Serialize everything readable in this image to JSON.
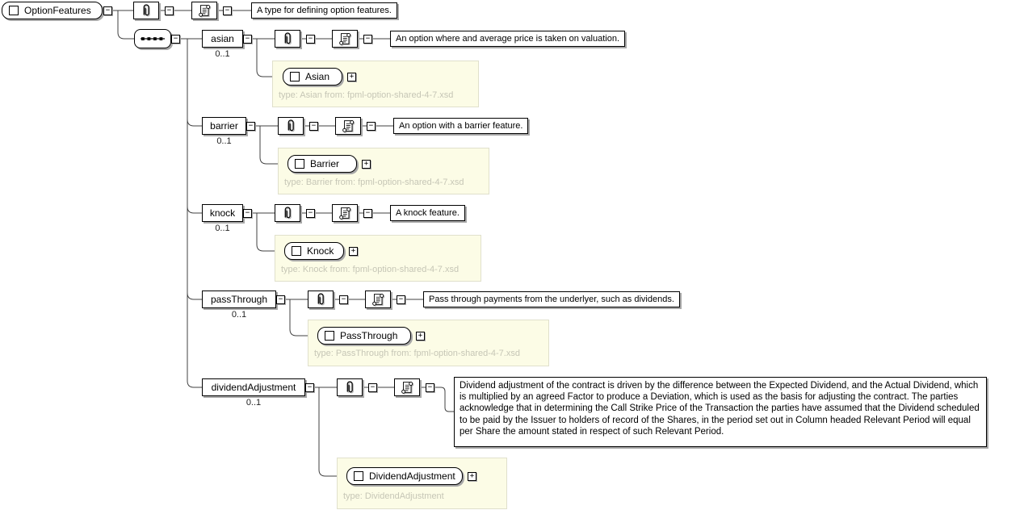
{
  "root": {
    "name": "OptionFeatures",
    "annotation": "A type for defining option features."
  },
  "sequence": {
    "model": "sequence"
  },
  "icons": {
    "collapse": "−",
    "expand": "+",
    "attributes": "paperclip-icon",
    "annotation": "scroll-icon",
    "sequence": "sequence-dots-icon",
    "element": "square-icon"
  },
  "children": [
    {
      "name": "asian",
      "occurs": "0..1",
      "annotation": "An option where and average price is taken on valuation.",
      "ref": "Asian",
      "type_note": "type: Asian from: fpml-option-shared-4-7.xsd"
    },
    {
      "name": "barrier",
      "occurs": "0..1",
      "annotation": "An option with a barrier feature.",
      "ref": "Barrier",
      "type_note": "type: Barrier from: fpml-option-shared-4-7.xsd"
    },
    {
      "name": "knock",
      "occurs": "0..1",
      "annotation": "A knock feature.",
      "ref": "Knock",
      "type_note": "type: Knock from: fpml-option-shared-4-7.xsd"
    },
    {
      "name": "passThrough",
      "occurs": "0..1",
      "annotation": "Pass through payments from the underlyer, such as dividends.",
      "ref": "PassThrough",
      "type_note": "type: PassThrough from: fpml-option-shared-4-7.xsd"
    },
    {
      "name": "dividendAdjustment",
      "occurs": "0..1",
      "annotation": "Dividend adjustment of the contract is driven by the difference between the Expected Dividend, and the Actual Dividend, which is multiplied by an agreed Factor to produce a Deviation, which is used as the basis for adjusting the contract. The parties acknowledge that in determining the Call Strike Price of the Transaction the parties have assumed that the Dividend scheduled to be paid by the Issuer to holders of record of the Shares, in the period set out in Column headed Relevant Period will equal per Share the amount stated in respect of such Relevant Period.",
      "ref": "DividendAdjustment",
      "type_note": "type: DividendAdjustment"
    }
  ],
  "colors": {
    "note_bg": "#fcfce6",
    "note_border": "#e0e0cc",
    "note_text": "#c6c6b6",
    "wire": "#404040",
    "shadow": "#a8a8a8"
  }
}
